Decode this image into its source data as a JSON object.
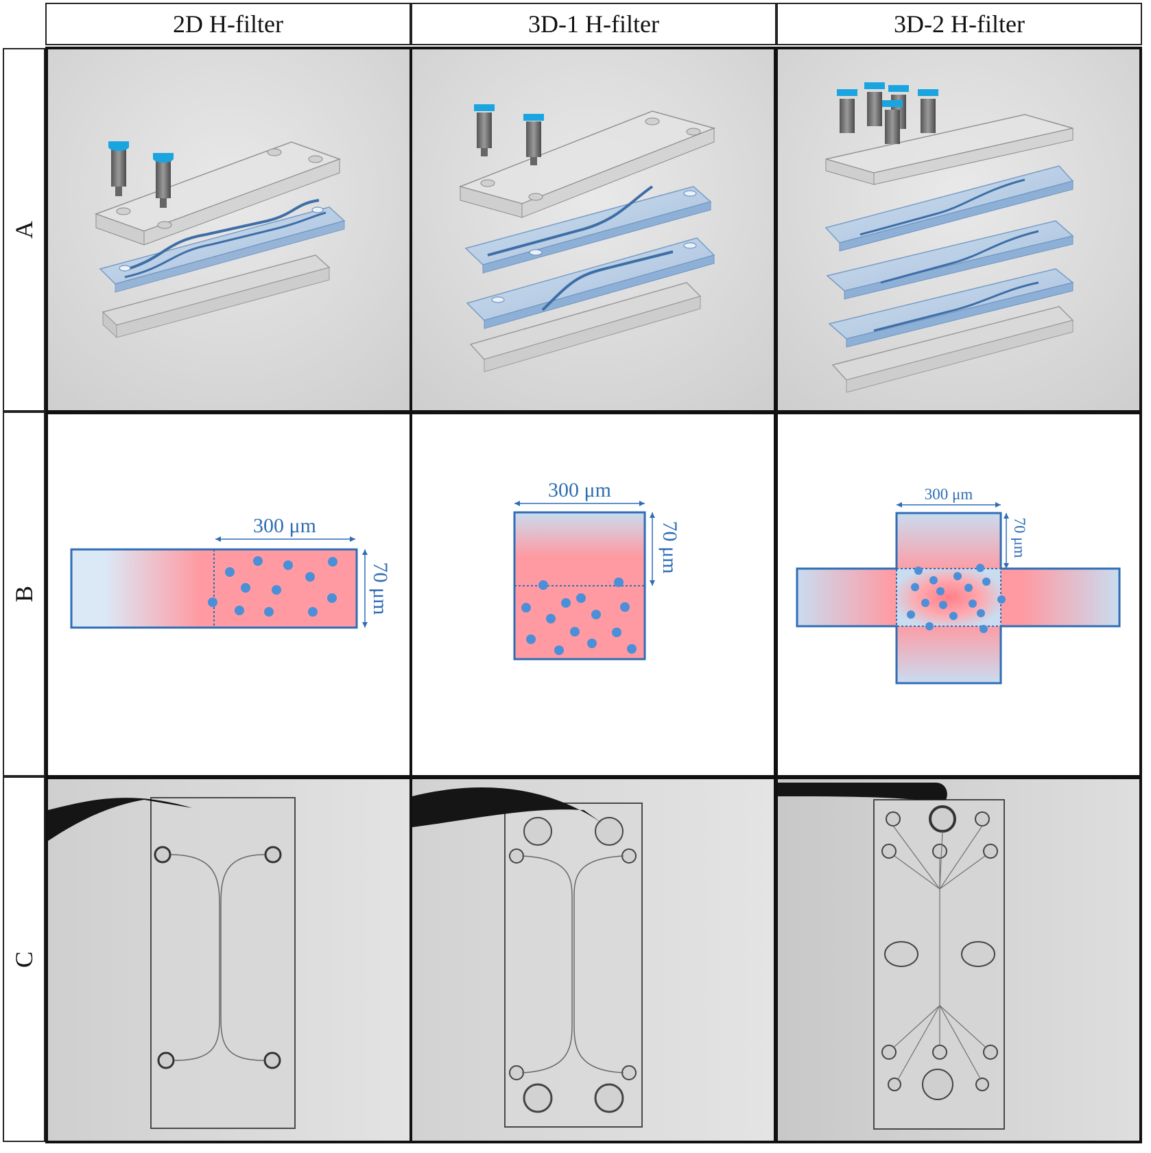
{
  "columns": [
    "2D H-filter",
    "3D-1 H-filter",
    "3D-2 H-filter"
  ],
  "rows": [
    "A",
    "B",
    "C"
  ],
  "dimensions": {
    "width_label": "300 μm",
    "height_label": "70 μm"
  },
  "colors": {
    "channel_outline": "#2f6db5",
    "particle": "#4a8fd8",
    "fluid_red": "#ff8f97",
    "fluid_blue": "#c9dcf0",
    "fitting_cap": "#1aa5e0"
  }
}
